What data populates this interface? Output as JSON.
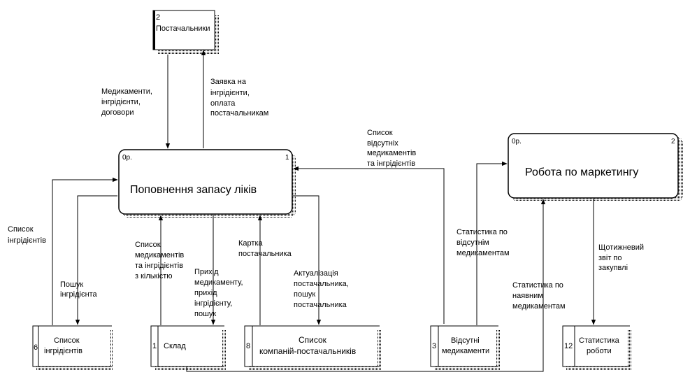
{
  "external": {
    "id": "2",
    "name": "Постачальники"
  },
  "processes": [
    {
      "id": "1",
      "prefix": "0р.",
      "title": "Поповнення запасу ліків"
    },
    {
      "id": "2",
      "prefix": "0р.",
      "title": "Робота по маркетингу"
    }
  ],
  "stores": [
    {
      "num": "6",
      "name": [
        "Список",
        "інгрідієнтів"
      ]
    },
    {
      "num": "1",
      "name": [
        "Склад"
      ]
    },
    {
      "num": "8",
      "name": [
        "Список",
        "компаній-постачальників"
      ]
    },
    {
      "num": "3",
      "name": [
        "Відсутні",
        "медикаменти"
      ]
    },
    {
      "num": "12",
      "name": [
        "Статистика",
        "роботи"
      ]
    }
  ],
  "flows": {
    "supplier_in": [
      "Медикаменти,",
      "інгрідієнти,",
      "договори"
    ],
    "supplier_out": [
      "Заявка на",
      "інгрідієнти,",
      "оплата",
      "постачальникам"
    ],
    "missing_list": [
      "Список",
      "відсутніх",
      "медикаментів",
      "та інгрідієнтів"
    ],
    "ingredients_list": [
      "Список",
      "інгрідієнтів"
    ],
    "ingredient_search": [
      "Пошук",
      "інгрідієнта"
    ],
    "stock_list": [
      "Список",
      "медикаментів",
      "та інгрідієнтів",
      "з кількістю"
    ],
    "arrival": [
      "Прихід",
      "медикаменту,",
      "приxід",
      "інгрідієнту,",
      "пошук"
    ],
    "supplier_card": [
      "Картка",
      "постачальника"
    ],
    "supplier_update": [
      "Актуалізація",
      "постачальника,",
      "пошук",
      "постачальника"
    ],
    "missing_stats": [
      "Статистика по",
      "відсутнім",
      "медикаментам"
    ],
    "available_stats": [
      "Статистика по",
      "наявним",
      "медикаментам"
    ],
    "weekly_report": [
      "Щотижневий",
      "звіт по",
      "закупвлі"
    ]
  }
}
